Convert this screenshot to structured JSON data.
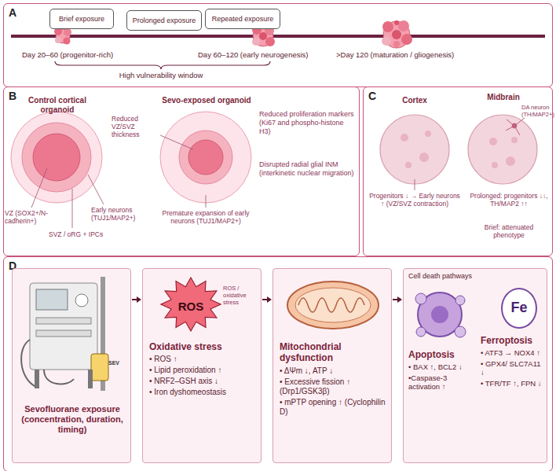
{
  "diagram": {
    "nodes": [
      {
        "text": [
          "A"
        ]
      },
      {
        "text": [
          "Brief exposure"
        ],
        "in": 0
      },
      {
        "text": [
          "Prolonged exposure"
        ],
        "in": 0
      },
      {
        "text": [
          "Repeated exposure"
        ],
        "in": 0
      },
      {
        "text": [
          "B"
        ]
      },
      {
        "text": [
          "C"
        ]
      },
      {
        "text": [
          "D"
        ]
      },
      {
        "text": [
          "Sevofluorane exposure (concentration, duration, timing)"
        ],
        "in": 6
      },
      {
        "text": [
          "Oxidative stress",
          "• ROS ↑",
          "• Lipid peroxidation ↑",
          "• NRF2–GSH axis ↓",
          "• Iron dyshomeostasis"
        ],
        "in": 6
      },
      {
        "text": [
          "ROS"
        ],
        "in": 8
      },
      {
        "text": [
          "Mitochondrial dysfunction",
          "• ΔΨm ↓, ATP ↓",
          "• Excessive fission ↑ (Drp1/GSK3β)",
          "• mPTP opening ↑ (Cyclophilin D)"
        ],
        "in": 6
      },
      {
        "text": [
          "Cell death pathways",
          "Apoptosis",
          "• BAX ↑, BCL2 ↓",
          "•Caspase-3 activation ↑",
          "Ferroptosis",
          "• ATF3 → NOX4 ↑",
          "• GPX4/ SLC7A11 ↓",
          "• TFR/TF ↑, FPN ↓"
        ],
        "in": 6
      },
      {
        "text": [
          "Fe"
        ],
        "in": 11
      }
    ],
    "edges": [
      {
        "from": 7,
        "to": 8,
        "arrow": "to"
      },
      {
        "from": 8,
        "to": 10,
        "arrow": "to"
      },
      {
        "from": 10,
        "to": 11,
        "arrow": "to"
      }
    ],
    "labels": [
      "Day 20–60 (progenitor-rich)",
      "Day 60–120 (early neurogenesis)",
      ">Day 120 (maturation / gliogenesis)",
      "High vulnerability window",
      "Control cortical organoid",
      "Sevo-exposed organoid",
      "VZ (SOX2+/N-cadherin+)",
      "SVZ / oRG + IPCs",
      "Early neurons (TUJ1/MAP2+)",
      "Reduced VZ/SVZ thickness",
      "Reduced proliferation markers (Ki67 and phospho-histone H3)",
      "Disrupted radial glial INM (interkinetic nuclear migration)",
      "Premature expansion of early neurons (TUJ1/MAP2+)",
      "Cortex",
      "Midbrain",
      "Progenitors ↓ → Early neurons ↑ (VZ/SVZ contraction)",
      "DA neuron (TH/MAP2+)",
      "Prolonged: progenitors ↓↓, TH/MAP2 ↑↑",
      "Brief: attenuated phenotype",
      "SEV",
      "ROS / oxidative stress"
    ]
  }
}
